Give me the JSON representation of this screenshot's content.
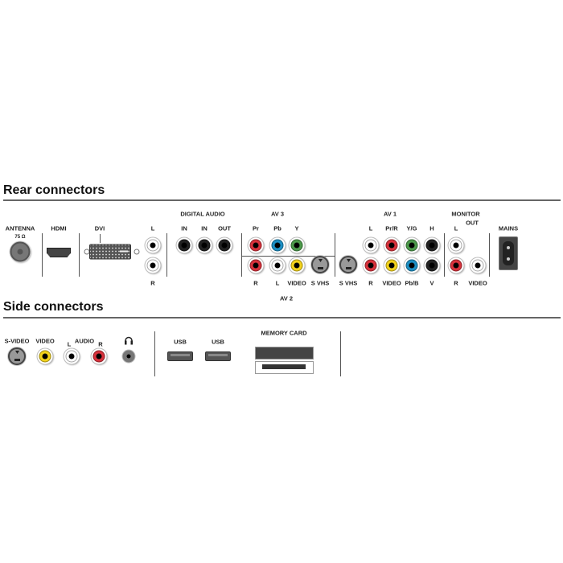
{
  "rear": {
    "title": "Rear connectors",
    "antenna": {
      "label": "ANTENNA",
      "impedance": "75 Ω"
    },
    "hdmi": {
      "label": "HDMI"
    },
    "dvi": {
      "label": "DVI"
    },
    "dvi_audio": {
      "l": "L",
      "r": "R"
    },
    "digital_audio": {
      "label": "DIGITAL AUDIO",
      "ports": [
        "IN",
        "IN",
        "OUT"
      ]
    },
    "av3": {
      "label": "AV 3",
      "top": [
        "Pr",
        "Pb",
        "Y"
      ]
    },
    "av2": {
      "label": "AV 2",
      "bottom": [
        "R",
        "L",
        "VIDEO",
        "S VHS"
      ]
    },
    "av1": {
      "label": "AV 1",
      "top": [
        "L",
        "Pr/R",
        "Y/G",
        "H"
      ],
      "bottom": [
        "S VHS",
        "R",
        "VIDEO",
        "Pb/B",
        "V"
      ]
    },
    "monitor_out": {
      "label_line1": "MONITOR",
      "label_line2": "OUT",
      "top": [
        "L"
      ],
      "bottom": [
        "R",
        "VIDEO"
      ]
    },
    "mains": {
      "label": "MAINS"
    }
  },
  "side": {
    "title": "Side connectors",
    "svideo": "S-VIDEO",
    "video": "VIDEO",
    "audio": {
      "label": "AUDIO",
      "l": "L",
      "r": "R"
    },
    "usb": [
      "USB",
      "USB"
    ],
    "memory_card": "MEMORY CARD"
  },
  "colors": {
    "red": "#d8323c",
    "white": "#ffffff",
    "yellow": "#f2d21b",
    "green": "#4c9a4a",
    "blue": "#1c8fc4",
    "black": "#222222"
  }
}
